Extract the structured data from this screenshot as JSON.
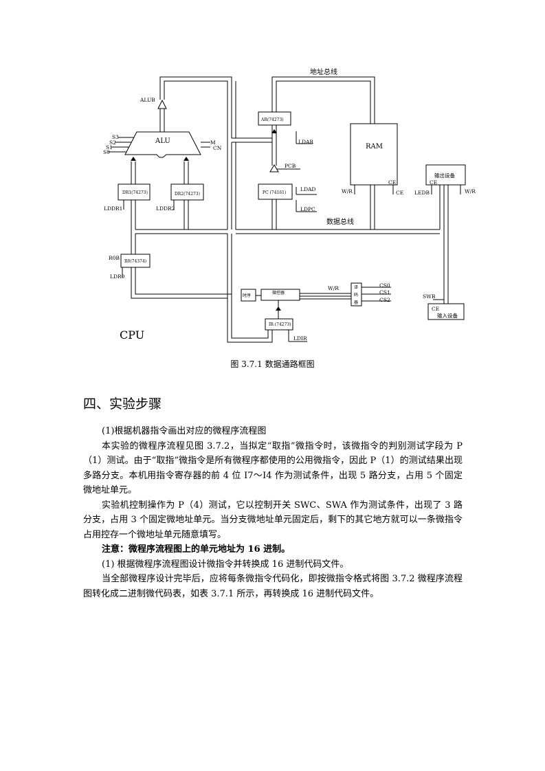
{
  "diagram": {
    "labels": {
      "address_bus": "地址总线",
      "data_bus": "数据总线",
      "alub": "ALUB",
      "alu": "ALU",
      "s3": "S3",
      "s2": "S2",
      "s1": "S1",
      "s0": "S0",
      "m": "M",
      "cn": "CN",
      "dr1": "DR1(74273)",
      "dr2": "DR2(74273)",
      "lddr1": "LDDR1",
      "lddr2": "LDDR2",
      "ar": "AR(74273)",
      "ldar": "LDAR",
      "pcb": "PCB",
      "pc": "PC (74161)",
      "ldad": "LDAD",
      "ldpc": "LDPC",
      "ram": "RAM",
      "ram_wr": "W/R",
      "ram_ce_top": "CE",
      "ram_ce": "CE",
      "output_device": "输出设备",
      "out_ce": "CE",
      "led_b": "LEDB",
      "out_wr": "W/R",
      "r0b": "R0B",
      "r0": "R0(74374)",
      "ldr0": "LDR0",
      "clock": "时序",
      "controller": "微控器",
      "ctrl_wr": "W/R",
      "decoder": [
        "译",
        "码",
        "器"
      ],
      "cs0": "CS0",
      "cs1": "CS1",
      "cs2": "CS2",
      "swb": "SWB",
      "in_ce": "CE",
      "input_device": "输入设备",
      "ir": "IR (74273)",
      "ldir": "LDIR",
      "cpu": "CPU"
    },
    "caption": "图 3.7.1  数据通路框图"
  },
  "section": {
    "heading": "四、实验步骤",
    "p1": "(1)根据机器指令画出对应的微程序流程图",
    "p2": "本实验的微程序流程见图 3.7.2，当拟定“取指”微指令时，该微指令的判别测试字段为 P（1）测试。由于“取指”微指令是所有微程序都使用的公用微指令，因此 P（1）的测试结果出现多路分支。本机用指令寄存器的前 4 位 I7～I4 作为测试条件，出现 5 路分支，占用 5 个固定微地址单元。",
    "p3": "实验机控制操作为 P（4）测试，它以控制开关 SWC、SWA 作为测试条件，出现了 3 路分支，占用 3 个固定微地址单元。当分支微地址单元固定后，剩下的其它地方就可以一条微指令占用控存一个微地址单元随意填写。",
    "p4": "注意：微程序流程图上的单元地址为 16 进制。",
    "p5": "(1) 根据微程序流程图设计微指令并转换成 16 进制代码文件。",
    "p6": "当全部微程序设计完毕后，应将每条微指令代码化，即按微指令格式将图 3.7.2 微程序流程图转化成二进制微代码表，如表 3.7.1 所示，再转换成 16 进制代码文件。"
  }
}
